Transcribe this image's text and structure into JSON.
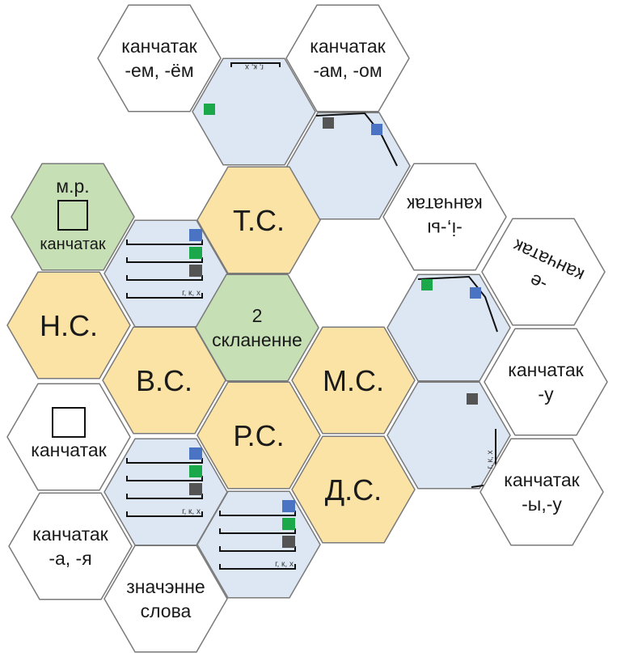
{
  "colors": {
    "white": "#ffffff",
    "blue": "#dde7f4",
    "yellow": "#fbe3a6",
    "green": "#c6dfb5",
    "stroke": "#7a7a7a",
    "sq_blue": "#4a73c4",
    "sq_green": "#1aa84a",
    "sq_gray": "#545454"
  },
  "tiles": {
    "em": {
      "color": "white",
      "lines": [
        "канчатак",
        "-ем, -ём"
      ]
    },
    "am": {
      "color": "white",
      "lines": [
        "канчатак",
        "-ам, -ом"
      ]
    },
    "mr": {
      "color": "green",
      "lines": [
        "м.р.",
        "канчатак"
      ]
    },
    "io": {
      "color": "white",
      "lines": [
        "-і,-ы",
        "канчатак"
      ],
      "flip": true
    },
    "e": {
      "color": "white",
      "lines": [
        "-е",
        "канчатак"
      ],
      "rotate": 205
    },
    "ts": {
      "color": "yellow",
      "lines": [
        "Т.С."
      ]
    },
    "ns": {
      "color": "yellow",
      "lines": [
        "Н.С."
      ]
    },
    "vs": {
      "color": "yellow",
      "lines": [
        "В.С."
      ]
    },
    "rs": {
      "color": "yellow",
      "lines": [
        "Р.С."
      ]
    },
    "ms": {
      "color": "yellow",
      "lines": [
        "М.С."
      ]
    },
    "ds": {
      "color": "yellow",
      "lines": [
        "Д.С."
      ]
    },
    "skl": {
      "color": "green",
      "lines": [
        "2",
        "скланенне"
      ]
    },
    "kanchatak": {
      "color": "white",
      "lines": [
        "канчатак"
      ]
    },
    "u": {
      "color": "white",
      "lines": [
        "канчатак",
        "-у"
      ]
    },
    "yu": {
      "color": "white",
      "lines": [
        "канчатак",
        "-ы,-у"
      ]
    },
    "aya": {
      "color": "white",
      "lines": [
        "канчатак",
        "-а, -я"
      ]
    },
    "znach": {
      "color": "white",
      "lines": [
        "значэнне",
        "слова"
      ]
    }
  },
  "gkh_label": "г, к, х"
}
